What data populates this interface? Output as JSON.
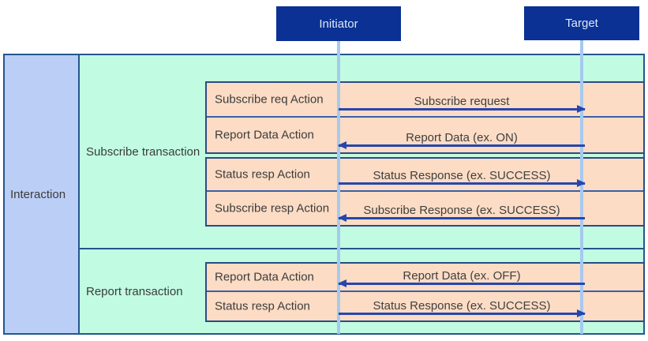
{
  "participants": [
    {
      "label": "Initiator"
    },
    {
      "label": "Target"
    }
  ],
  "interaction": {
    "label": "Interaction"
  },
  "transactions": [
    {
      "label": "Subscribe transaction",
      "blocks": [
        {
          "rows": [
            {
              "action": "Subscribe req Action",
              "message": "Subscribe request",
              "direction": "right"
            },
            {
              "action": "Report Data Action",
              "message": "Report Data (ex. ON)",
              "direction": "left"
            }
          ]
        },
        {
          "rows": [
            {
              "action": "Status resp Action",
              "message": "Status Response (ex. SUCCESS)",
              "direction": "right"
            },
            {
              "action": "Subscribe resp Action",
              "message": "Subscribe Response (ex. SUCCESS)",
              "direction": "left"
            }
          ]
        }
      ]
    },
    {
      "label": "Report transaction",
      "blocks": [
        {
          "rows": [
            {
              "action": "Report Data Action",
              "message": "Report Data (ex. OFF)",
              "direction": "left"
            },
            {
              "action": "Status resp Action",
              "message": "Status Response (ex. SUCCESS)",
              "direction": "right"
            }
          ]
        }
      ]
    }
  ],
  "colors": {
    "participant_bg": "#0a3193",
    "participant_text": "#dce9fb",
    "lifeline": "#a6c9f0",
    "transaction_bg": "#c1fce2",
    "interaction_bg": "#bbcef5",
    "action_bg": "#fcdcc4",
    "arrow": "#2646ae",
    "border": "#24568c"
  }
}
